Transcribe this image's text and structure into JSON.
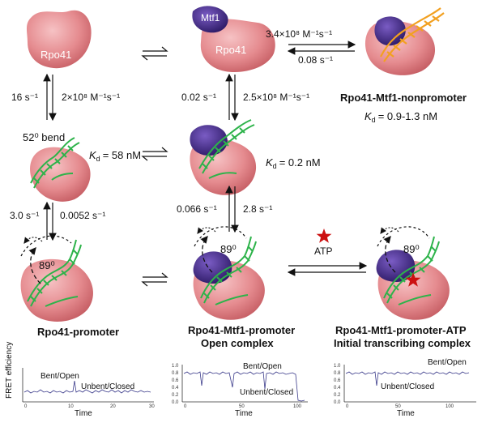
{
  "states": {
    "rpo41": {
      "protein_label": "Rpo41"
    },
    "rpo41_mtf1": {
      "mtf1_label": "Mtf1",
      "protein_label": "Rpo41"
    },
    "nonpromoter": {
      "title": "Rpo41-Mtf1-nonpromoter",
      "kd_symbol": "K",
      "kd_sub": "d",
      "kd_value": "= 0.9-1.3 nM"
    },
    "bent": {
      "bend_label": "52⁰ bend",
      "kd_symbol": "K",
      "kd_sub": "d",
      "kd_value": "= 58 nM"
    },
    "rpo41_mtf1_promoter": {
      "kd_symbol": "K",
      "kd_sub": "d",
      "kd_value": "= 0.2 nM"
    },
    "rpo41_promoter": {
      "title": "Rpo41-promoter",
      "bend_label": "89⁰"
    },
    "open_complex": {
      "title_line1": "Rpo41-Mtf1-promoter",
      "title_line2": "Open complex",
      "bend_label": "89⁰"
    },
    "initial_complex": {
      "title_line1": "Rpo41-Mtf1-promoter-ATP",
      "title_line2": "Initial transcribing complex",
      "bend_label": "89⁰"
    }
  },
  "rates": {
    "top_forward": "3.4×10⁸ M⁻¹s⁻¹",
    "top_reverse": "0.08 s⁻¹",
    "left_up": "16 s⁻¹",
    "left_down": "2×10⁸ M⁻¹s⁻¹",
    "mid_up": "0.02 s⁻¹",
    "mid_down": "2.5×10⁸ M⁻¹s⁻¹",
    "left_lower_up": "3.0 s⁻¹",
    "left_lower_down": "0.0052 s⁻¹",
    "mid_lower_up": "0.066 s⁻¹",
    "mid_lower_down": "2.8 s⁻¹",
    "atp_label": "ATP"
  },
  "traces": {
    "y_axis_label": "FRET efficiency",
    "panels": [
      {
        "x_label": "Time",
        "state_high": "Bent/Open",
        "state_low": "Unbent/Closed",
        "x_ticks": [
          "0",
          "10",
          "20",
          "30"
        ],
        "y_ticks": []
      },
      {
        "x_label": "Time",
        "state_high": "Bent/Open",
        "state_low": "Unbent/Closed",
        "x_ticks": [
          "0",
          "50",
          "100"
        ],
        "y_ticks": [
          "1.0",
          "0.8",
          "0.6",
          "0.4",
          "0.2",
          "0.0"
        ]
      },
      {
        "x_label": "Time",
        "state_high": "Bent/Open",
        "state_low": "Unbent/Closed",
        "x_ticks": [
          "0",
          "50",
          "100"
        ],
        "y_ticks": [
          "1.0",
          "0.8",
          "0.6",
          "0.4",
          "0.2",
          "0.0"
        ]
      }
    ]
  },
  "colors": {
    "protein": "#e58b8f",
    "mtf1": "#4a2d8f",
    "dna_green": "#2db34a",
    "dna_orange": "#f2a020",
    "atp_star": "#cc1111",
    "trace": "#3a3a8a"
  }
}
